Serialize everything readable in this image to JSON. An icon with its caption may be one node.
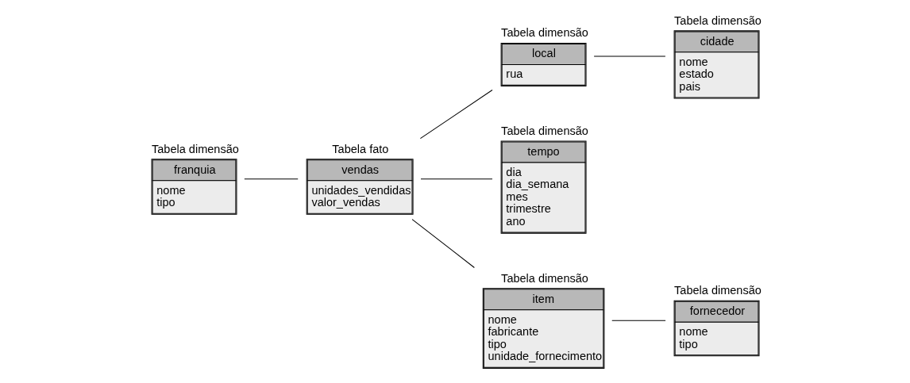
{
  "diagram": {
    "nodes": [
      {
        "text": [
          "Tabela dimensão",
          "franquia",
          "nome",
          "tipo"
        ]
      },
      {
        "text": [
          "Tabela fato",
          "vendas",
          "unidades_vendidas",
          "valor_vendas"
        ]
      },
      {
        "text": [
          "Tabela dimensão",
          "local",
          "rua"
        ]
      },
      {
        "text": [
          "Tabela dimensão",
          "cidade",
          "nome",
          "estado",
          "pais"
        ]
      },
      {
        "text": [
          "Tabela dimensão",
          "tempo",
          "dia",
          "dia_semana",
          "mes",
          "trimestre",
          "ano"
        ]
      },
      {
        "text": [
          "Tabela dimensão",
          "item",
          "nome",
          "fabricante",
          "tipo",
          "unidade_fornecimento"
        ]
      },
      {
        "text": [
          "Tabela dimensão",
          "fornecedor",
          "nome",
          "tipo"
        ]
      }
    ],
    "edges": [
      {
        "from": 0,
        "to": 1,
        "arrow": "none"
      },
      {
        "from": 1,
        "to": 2,
        "arrow": "none"
      },
      {
        "from": 2,
        "to": 3,
        "arrow": "none"
      },
      {
        "from": 1,
        "to": 4,
        "arrow": "none"
      },
      {
        "from": 1,
        "to": 5,
        "arrow": "none"
      },
      {
        "from": 5,
        "to": 6,
        "arrow": "none"
      }
    ]
  }
}
